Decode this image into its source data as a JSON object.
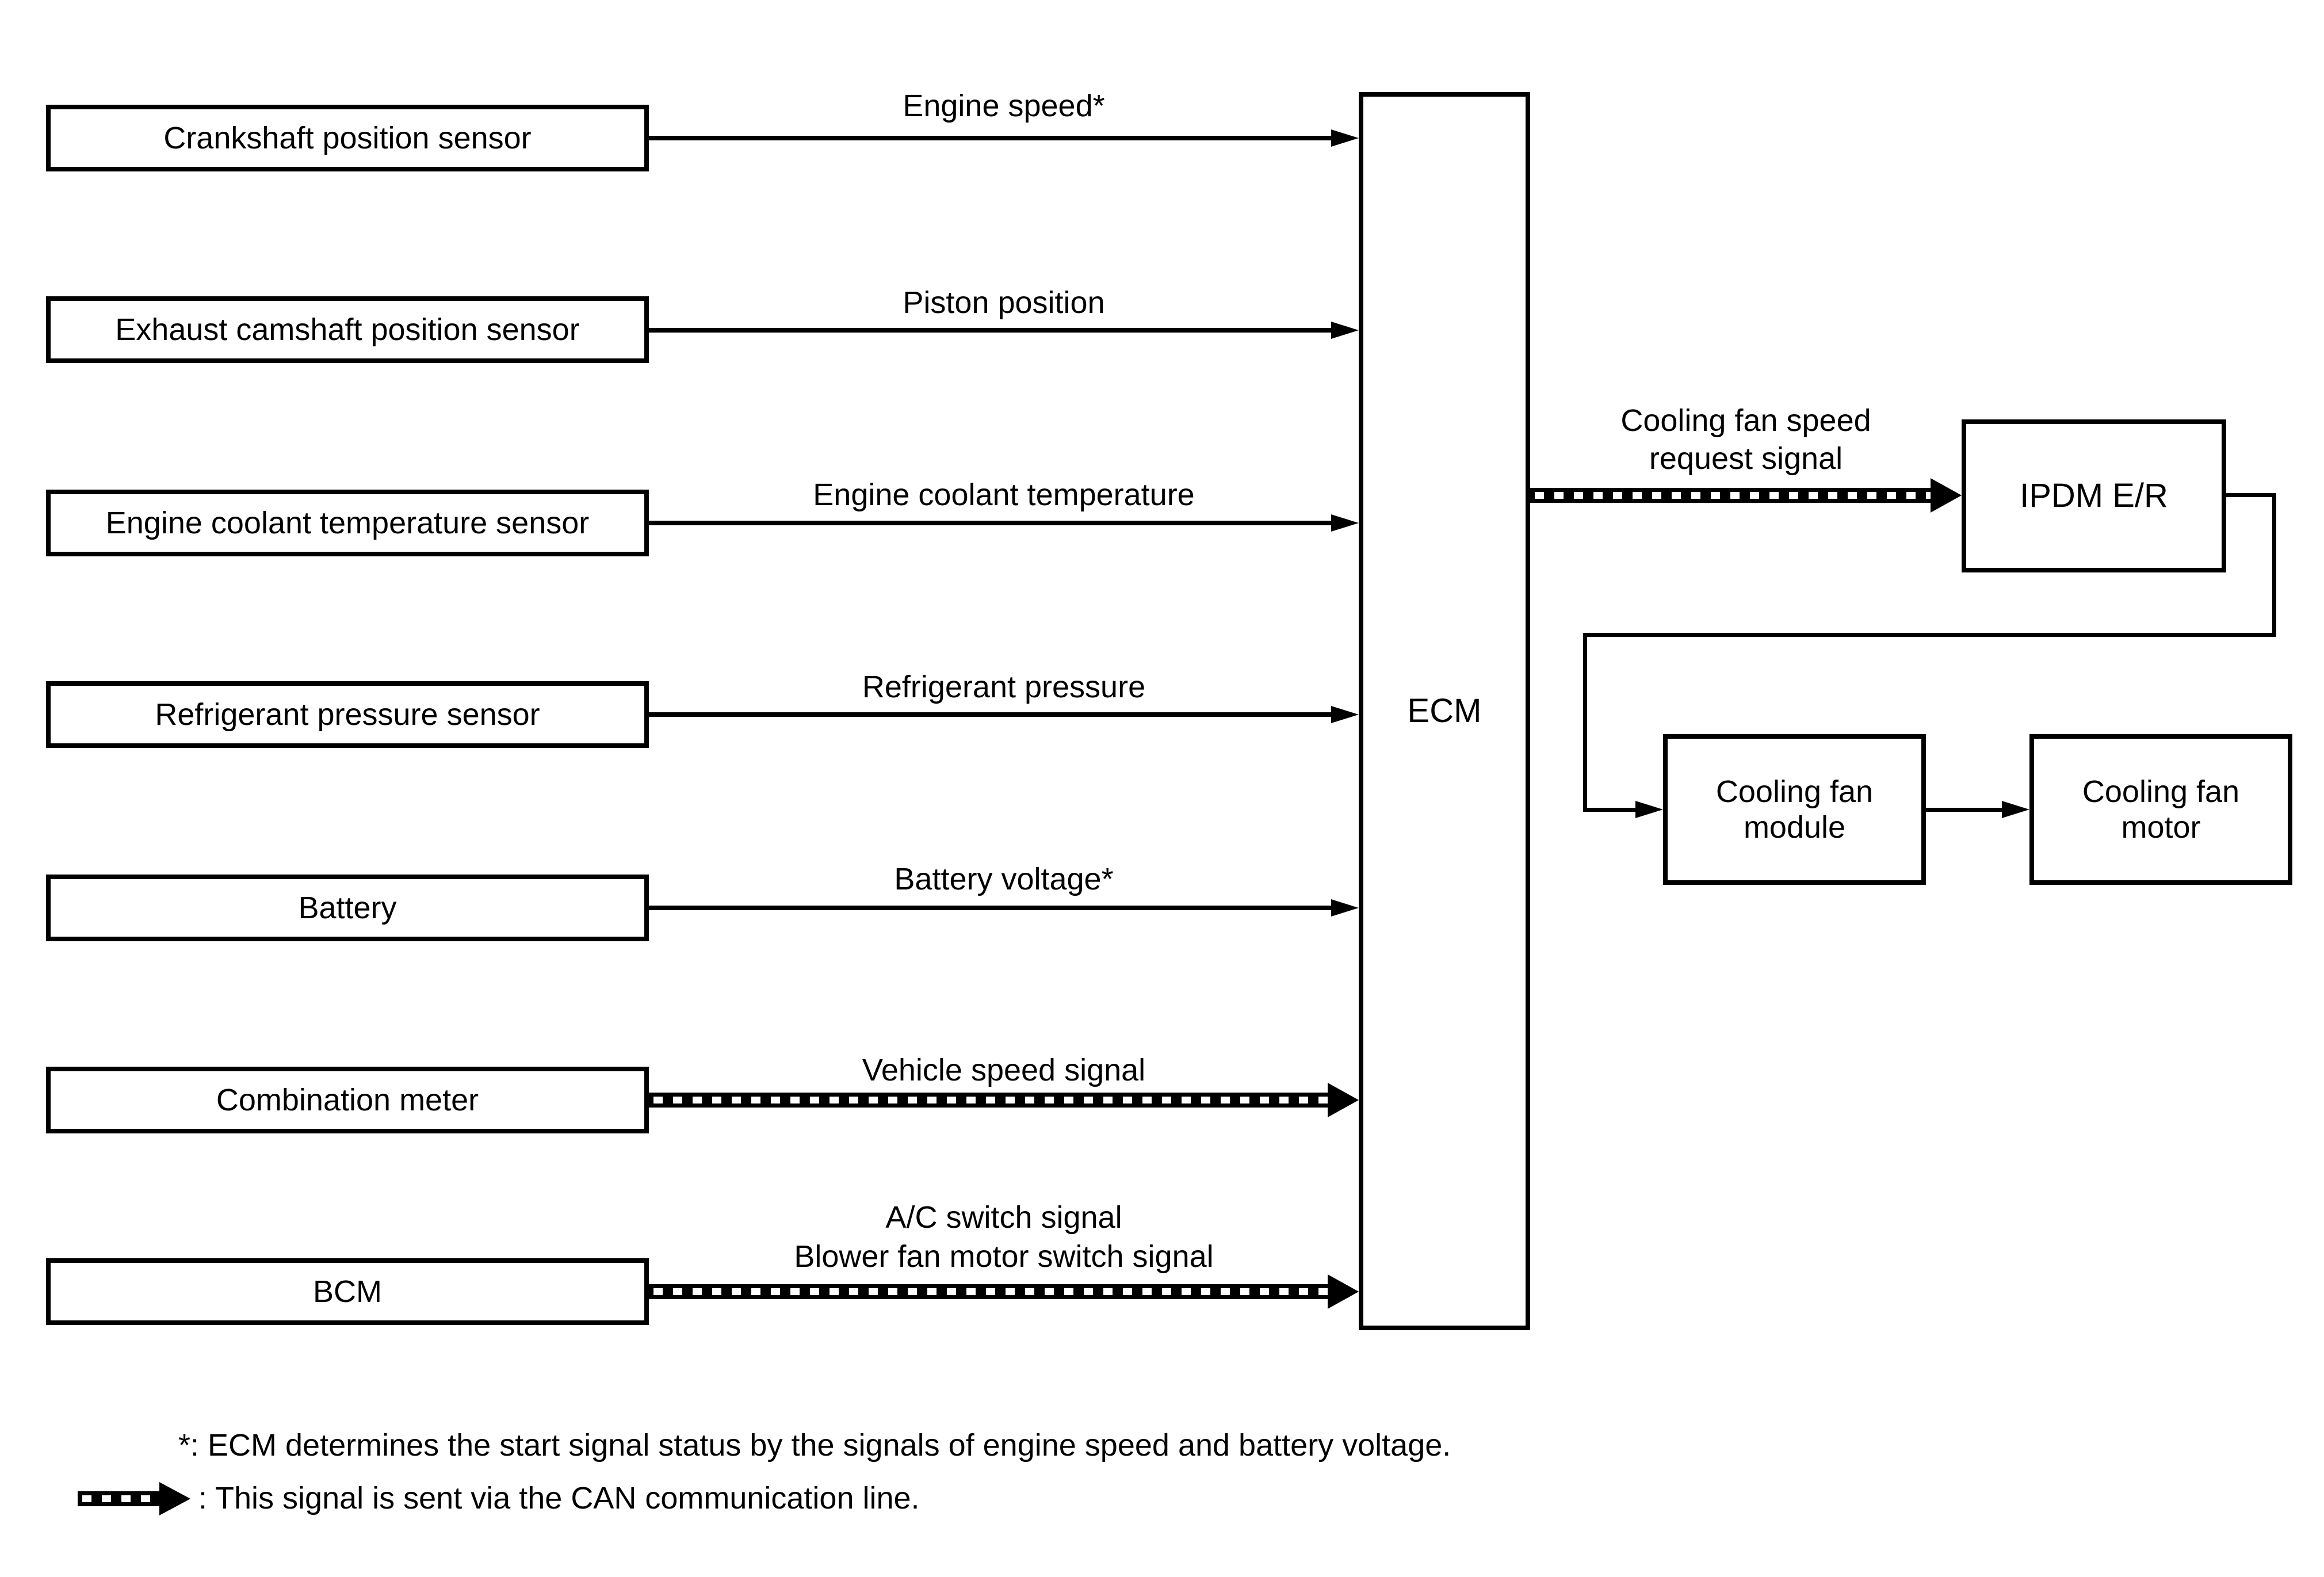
{
  "diagram": {
    "background": "#ffffff",
    "line_color": "#000000",
    "inputs": [
      {
        "source": "Crankshaft position sensor",
        "signal": "Engine speed*",
        "can": false
      },
      {
        "source": "Exhaust camshaft position sensor",
        "signal": "Piston position",
        "can": false
      },
      {
        "source": "Engine coolant temperature sensor",
        "signal": "Engine coolant temperature",
        "can": false
      },
      {
        "source": "Refrigerant pressure sensor",
        "signal": "Refrigerant pressure",
        "can": false
      },
      {
        "source": "Battery",
        "signal": "Battery voltage*",
        "can": false
      },
      {
        "source": "Combination meter",
        "signal": "Vehicle speed signal",
        "can": true
      },
      {
        "source": "BCM",
        "signal_lines": [
          "A/C switch signal",
          "Blower fan motor switch signal"
        ],
        "can": true
      }
    ],
    "ecm_label": "ECM",
    "request_signal_lines": [
      "Cooling fan speed",
      "request signal"
    ],
    "ipdm_label": "IPDM E/R",
    "module_lines": [
      "Cooling fan",
      "module"
    ],
    "motor_lines": [
      "Cooling fan",
      "motor"
    ],
    "footnotes": {
      "asterisk": "*: ECM determines the start signal status by the signals of engine speed and battery voltage.",
      "can_legend": ": This signal is sent via the CAN communication line."
    }
  }
}
